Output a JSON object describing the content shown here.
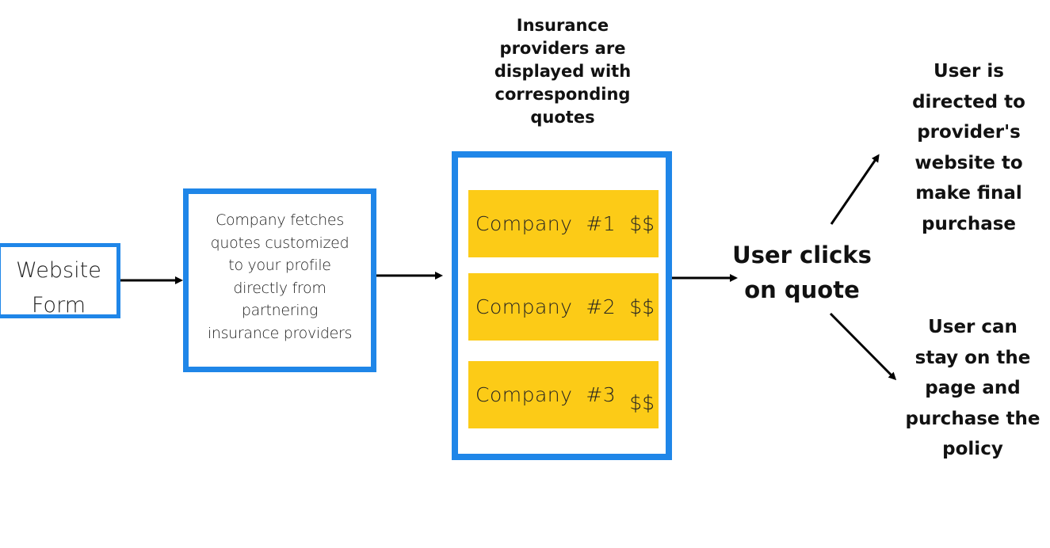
{
  "form": {
    "label": "Website\nForm"
  },
  "fetch": {
    "label": "Company fetches\nquotes customized\nto your profile\ndirectly from\npartnering\ninsurance providers"
  },
  "providers": {
    "caption": "Insurance\nproviders are\ndisplayed with\ncorresponding\nquotes",
    "companies": [
      {
        "name": "Company  #1",
        "price": "$$"
      },
      {
        "name": "Company  #2",
        "price": "$$"
      },
      {
        "name": "Company  #3",
        "price": "$$"
      }
    ]
  },
  "action": {
    "label": "User clicks\non quote"
  },
  "outcomes": {
    "directed": "User is\ndirected to\nprovider's\nwebsite to\nmake final\npurchase",
    "stay": "User can\nstay on the\npage and\npurchase the\npolicy"
  },
  "colors": {
    "box_border": "#1f86e8",
    "card_fill": "#fccb17",
    "arrow": "#000000"
  }
}
